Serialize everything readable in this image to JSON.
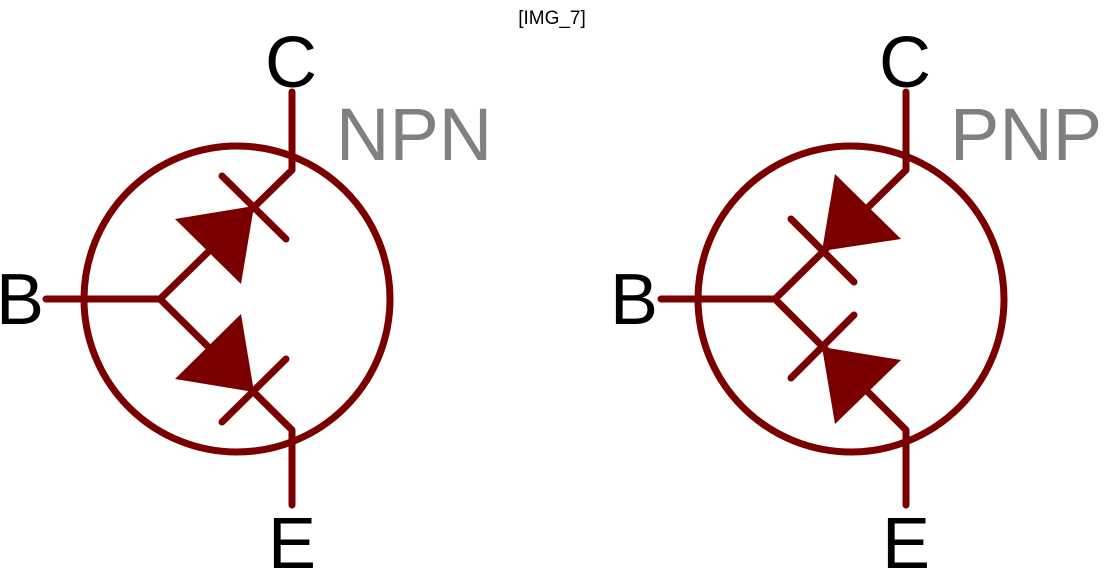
{
  "image_tag": "[IMG_7]",
  "colors": {
    "symbol": "#7a0000",
    "pin_label": "#000000",
    "type_label": "#808080",
    "background": "#ffffff"
  },
  "transistors": [
    {
      "type_label": "NPN",
      "collector_label": "C",
      "base_label": "B",
      "emitter_label": "E"
    },
    {
      "type_label": "PNP",
      "collector_label": "C",
      "base_label": "B",
      "emitter_label": "E"
    }
  ]
}
